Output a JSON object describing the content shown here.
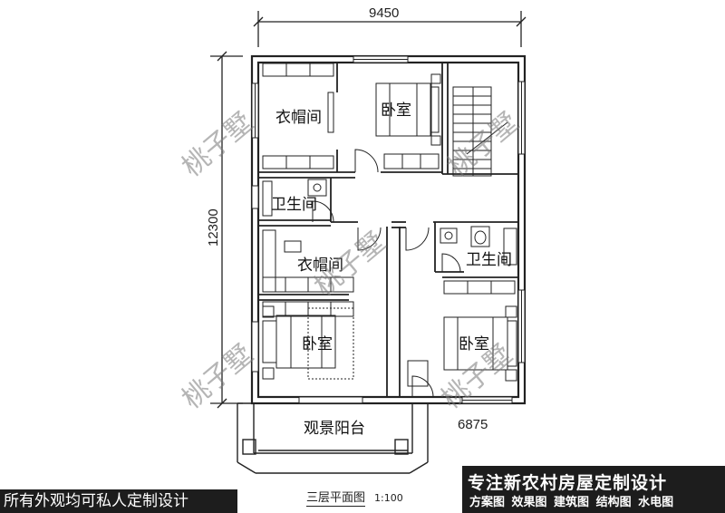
{
  "dimensions": {
    "top": "9450",
    "left": "12300",
    "right_lower": "6875"
  },
  "rooms": {
    "closet_top": "衣帽间",
    "bedroom_top": "卧室",
    "bath_left": "卫生间",
    "closet_mid": "衣帽间",
    "bath_right": "卫生间",
    "bedroom_left": "卧室",
    "bedroom_right": "卧室",
    "balcony": "观景阳台"
  },
  "watermark": "桃子墅",
  "plan_title": "三层平面图",
  "scale": "1:100",
  "banner_left": "所有外观均可私人定制设计",
  "banner_right": {
    "headline": "专注新农村房屋定制设计",
    "services": "方案图 效果图 建筑图 结构图 水电图"
  },
  "colors": {
    "line": "#222222",
    "banner_bg": "#1d1d1d",
    "banner_text": "#ffffff"
  }
}
